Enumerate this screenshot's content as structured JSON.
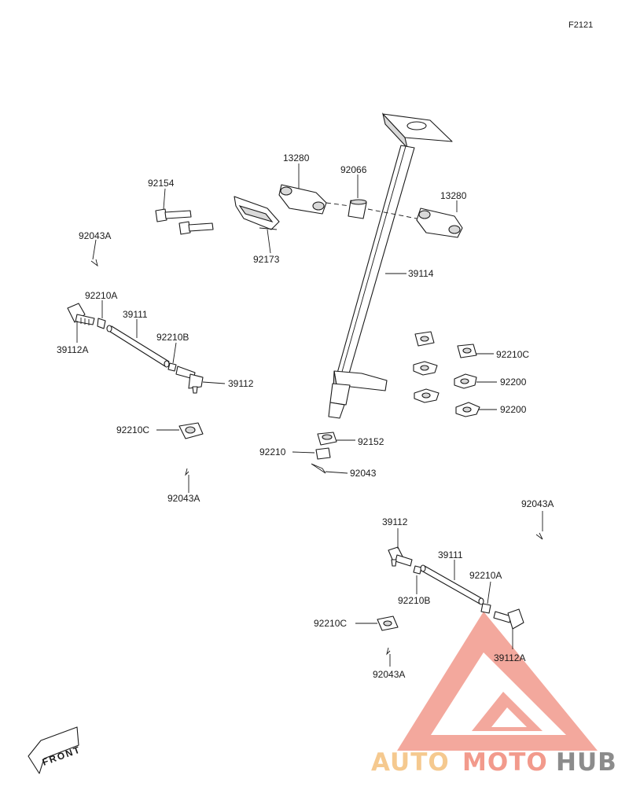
{
  "figure_code": "F2121",
  "direction_label": "FRONT",
  "watermark": {
    "part1": "AUTO",
    "part2": "MOTO",
    "part3": "HUB",
    "color_auto": "#f5c98f",
    "color_moto": "#f29a8c",
    "color_hub": "#8c8c8c",
    "logo_color": "#f29a8c"
  },
  "callouts": {
    "c13280_left": "13280",
    "c92066": "92066",
    "c13280_right": "13280",
    "c92154": "92154",
    "c92173": "92173",
    "c39114": "39114",
    "c92043A_1": "92043A",
    "c92210A_1": "92210A",
    "c39111_1": "39111",
    "c39112A_1": "39112A",
    "c92210B_1": "92210B",
    "c39112_1": "39112",
    "c92210C_1": "92210C",
    "c92043A_2": "92043A",
    "c92210C_2": "92210C",
    "c92200_1": "92200",
    "c92200_2": "92200",
    "c92152": "92152",
    "c92210": "92210",
    "c92043": "92043",
    "c92043A_3": "92043A",
    "c39112_2": "39112",
    "c39111_2": "39111",
    "c92210A_2": "92210A",
    "c92210B_2": "92210B",
    "c92210C_3": "92210C",
    "c39112A_2": "39112A",
    "c92043A_4": "92043A"
  }
}
